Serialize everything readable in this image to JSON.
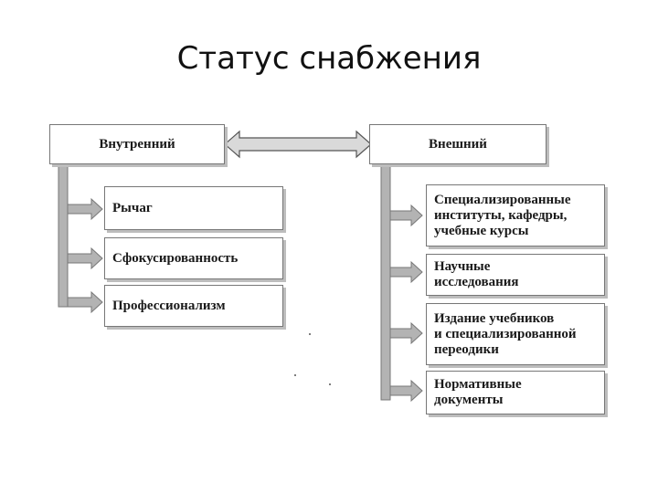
{
  "title": "Статус снабжения",
  "internal": {
    "header": "Внутренний",
    "items": [
      "Рычаг",
      "Сфокусированность",
      "Профессионализм"
    ]
  },
  "external": {
    "header": "Внешний",
    "items": [
      "Специализированные\nинституты, кафедры,\nучебные курсы",
      "Научные\nисследования",
      "Издание учебников\nи специализированной\nпереодики",
      "Нормативные\nдокументы"
    ]
  }
}
